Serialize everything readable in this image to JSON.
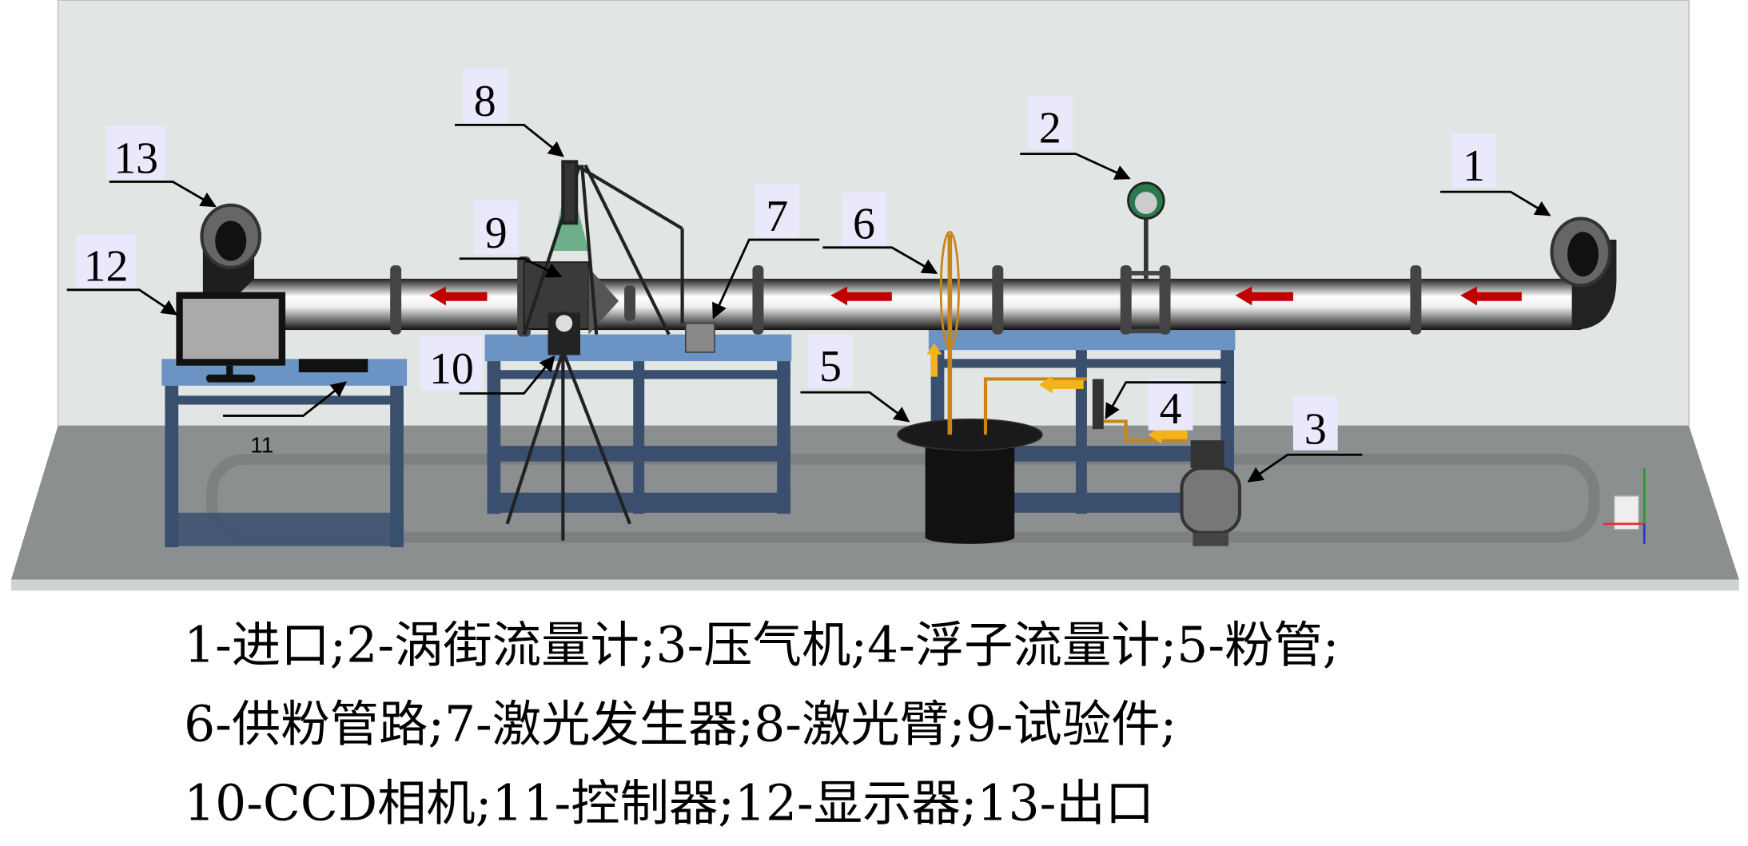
{
  "callouts": {
    "c1": "1",
    "c2": "2",
    "c3": "3",
    "c4": "4",
    "c5": "5",
    "c6": "6",
    "c7": "7",
    "c8": "8",
    "c9": "9",
    "c10": "10",
    "c11": "11",
    "c12": "12",
    "c13": "13"
  },
  "caption": {
    "line1": "1-进口;2-涡街流量计;3-压气机;4-浮子流量计;5-粉管;",
    "line2": "6-供粉管路;7-激光发生器;8-激光臂;9-试验件;",
    "line3": "10-CCD相机;11-控制器;12-显示器;13-出口"
  },
  "colors": {
    "wall": "#e1e6e5",
    "floor": "#8c8f90",
    "table_top": "#6b93c4",
    "frame": "#3a4f6e",
    "flow_arrow": "#c00000",
    "powder_arrow": "#f2b31b",
    "label_bg": "#e9e9fb"
  }
}
